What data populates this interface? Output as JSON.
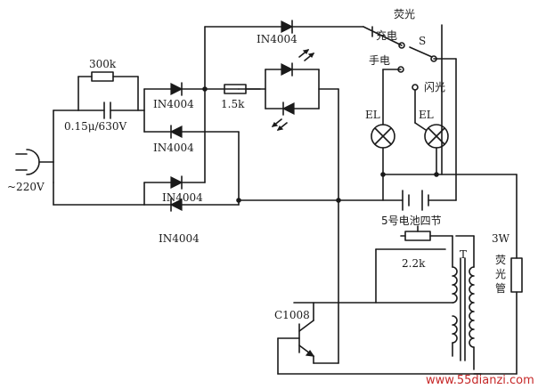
{
  "labels": {
    "resistor_300k": "300k",
    "capacitor": "0.15μ/630V",
    "diode_1": "IN4004",
    "diode_2": "IN4004",
    "diode_3": "IN4004",
    "diode_4": "IN4004",
    "diode_top": "IN4004",
    "resistor_1_5k": "1.5k",
    "mains": "~220V",
    "switch_s": "S",
    "pos_fluorescent": "荧光",
    "pos_charge": "充电",
    "pos_flashlight": "手电",
    "pos_flash": "闪光",
    "lamp_1": "EL",
    "lamp_2": "EL",
    "battery": "5号电池四节",
    "resistor_2_2k": "2.2k",
    "transformer": "T",
    "transistor": "C1008",
    "tube_power": "3W",
    "tube_name_1": "荧",
    "tube_name_2": "光",
    "tube_name_3": "管"
  },
  "watermark": "www.55dianzi.com",
  "colors": {
    "line": "#1a1a1a",
    "watermark": "#c62828"
  }
}
